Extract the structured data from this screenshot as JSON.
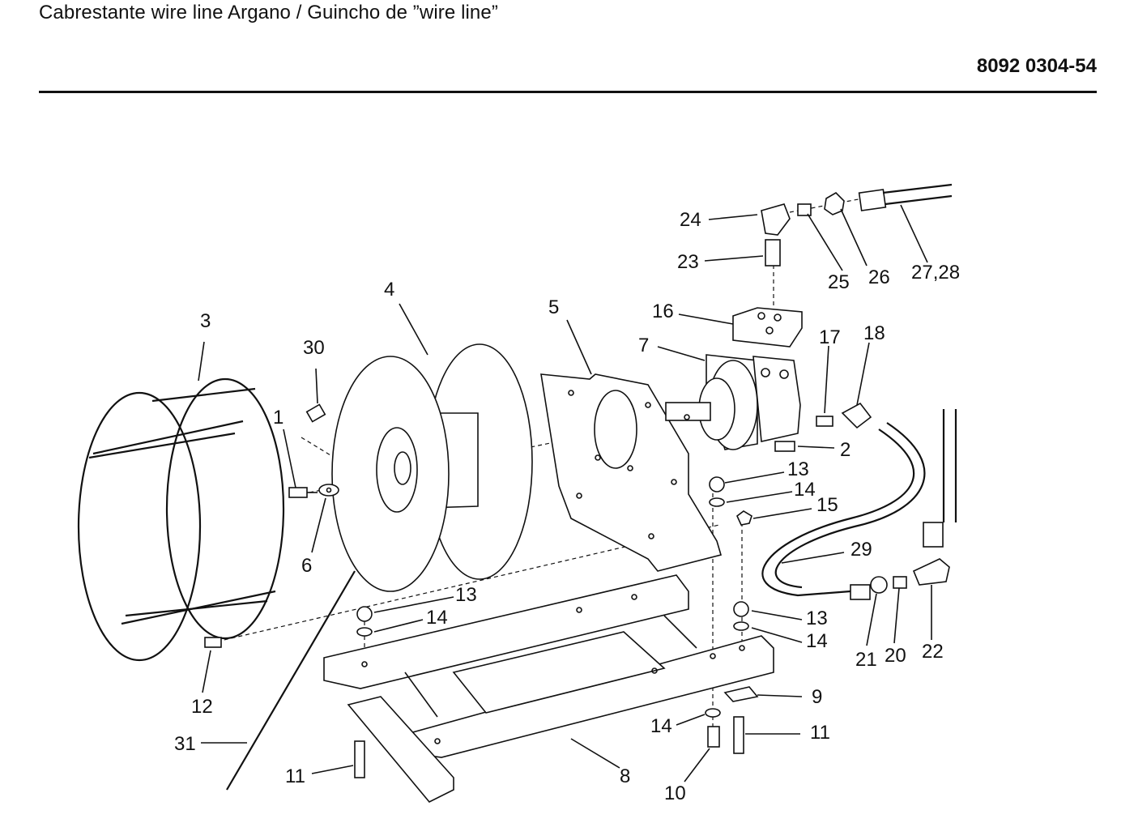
{
  "header": {
    "title": "Cabrestante wire line Argano / Guincho de ”wire line”",
    "part_number": "8092 0304-54"
  },
  "callouts": {
    "c1": "1",
    "c2": "2",
    "c3": "3",
    "c4": "4",
    "c5": "5",
    "c6": "6",
    "c7": "7",
    "c8": "8",
    "c9": "9",
    "c10": "10",
    "c11a": "11",
    "c11b": "11",
    "c12": "12",
    "c13a": "13",
    "c13b": "13",
    "c13c": "13",
    "c14a": "14",
    "c14b": "14",
    "c14c": "14",
    "c14d": "14",
    "c15": "15",
    "c16": "16",
    "c17": "17",
    "c18": "18",
    "c20": "20",
    "c21": "21",
    "c22": "22",
    "c23": "23",
    "c24": "24",
    "c25": "25",
    "c26": "26",
    "c27": "27,28",
    "c29": "29",
    "c30": "30",
    "c31": "31"
  }
}
